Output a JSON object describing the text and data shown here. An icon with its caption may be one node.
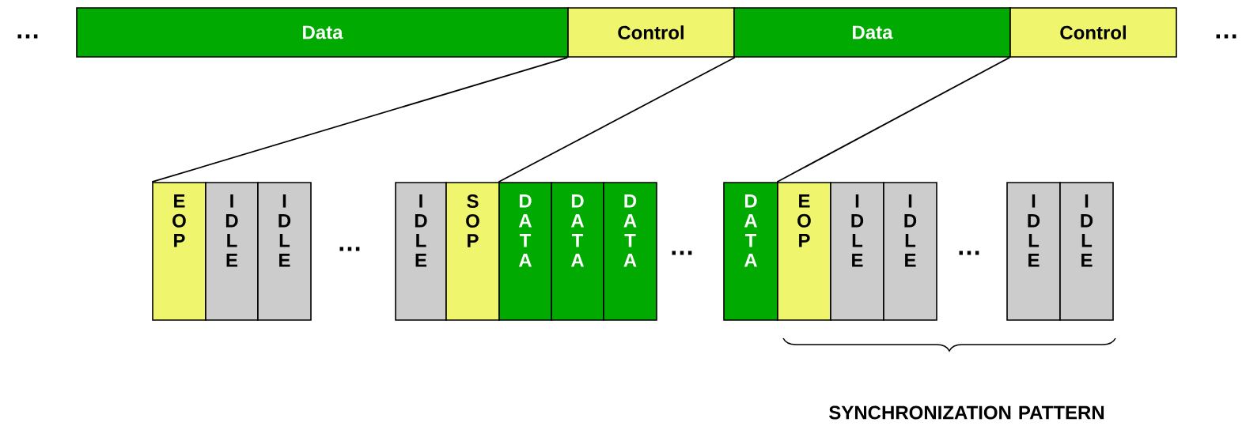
{
  "diagram": {
    "nodes": [
      {
        "text": [
          "Data"
        ]
      },
      {
        "text": [
          "Control"
        ]
      },
      {
        "text": [
          "Data"
        ]
      },
      {
        "text": [
          "Control"
        ]
      },
      {
        "text": [
          "EOP"
        ]
      },
      {
        "text": [
          "IDLE"
        ]
      },
      {
        "text": [
          "IDLE"
        ]
      },
      {
        "text": [
          "IDLE"
        ]
      },
      {
        "text": [
          "SOP"
        ]
      },
      {
        "text": [
          "DATA"
        ]
      },
      {
        "text": [
          "DATA"
        ]
      },
      {
        "text": [
          "DATA"
        ]
      },
      {
        "text": [
          "DATA"
        ]
      },
      {
        "text": [
          "EOP"
        ]
      },
      {
        "text": [
          "IDLE"
        ]
      },
      {
        "text": [
          "IDLE"
        ]
      },
      {
        "text": [
          "IDLE"
        ]
      },
      {
        "text": [
          "IDLE"
        ]
      }
    ],
    "edges": [
      {
        "from": 1,
        "to": 4,
        "arrow": "none"
      },
      {
        "from": 1,
        "to": 9,
        "arrow": "none"
      },
      {
        "from": 3,
        "to": 13,
        "arrow": "none"
      }
    ],
    "labels": [
      "…",
      "…",
      "…",
      "…",
      "…",
      "SYNCHRONIZATION PATTERN"
    ]
  }
}
